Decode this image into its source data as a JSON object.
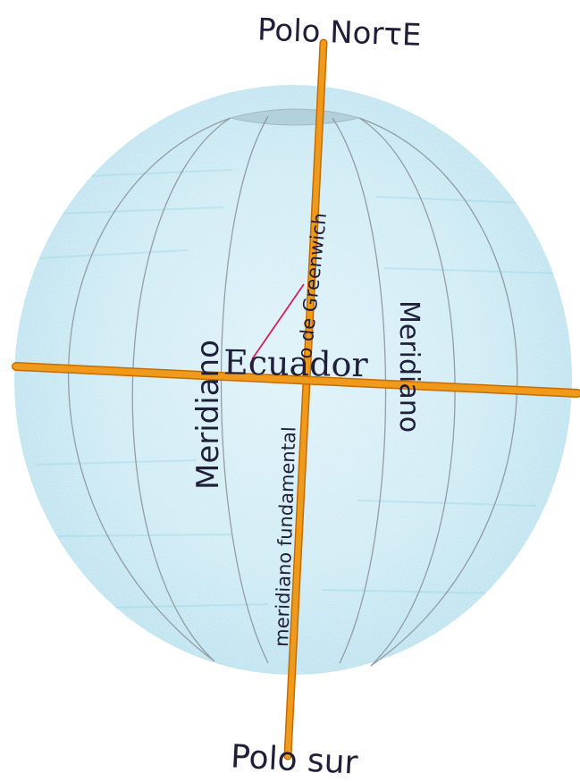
{
  "diagram": {
    "labels": {
      "north_pole": "Polo NorτE",
      "south_pole": "Polo sur",
      "equator": "Ecuador",
      "meridian_left": "Meridiano",
      "meridian_right": "Meridiano",
      "prime_meridian": "meridiano fundamental",
      "greenwich": "o de Greenwich"
    },
    "colors": {
      "globe_fill": "#bfe6f2",
      "globe_fill_dark": "#8fd0e6",
      "axis_orange": "#e8890c",
      "axis_shadow": "#c86c00",
      "meridian_stroke": "#8a8f96",
      "ink": "#1f1f3a",
      "pointer": "#d81f5a"
    }
  }
}
